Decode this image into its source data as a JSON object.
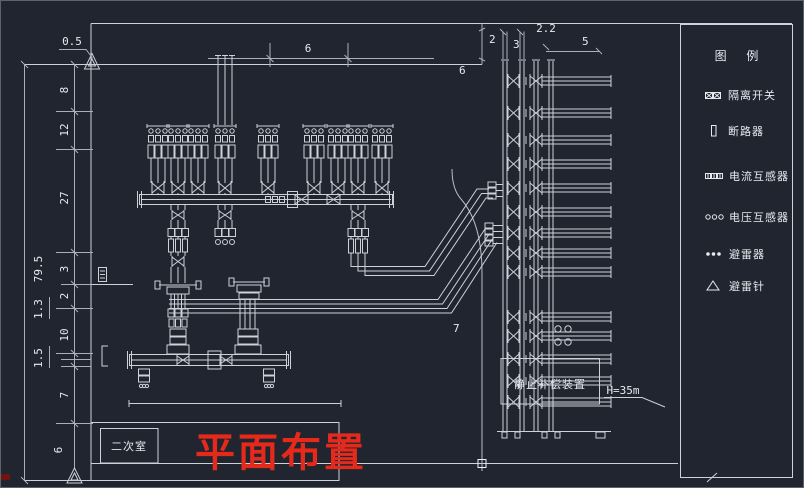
{
  "app": {
    "description": "CAD plan drawing of a substation switchyard",
    "background": "#20252f",
    "line_color": "#cdd2d9",
    "accent_red": "#e5291b"
  },
  "title": {
    "text": "平面布置"
  },
  "legend": {
    "title": "图  例",
    "items": [
      {
        "icon": "disconnector-icon",
        "label": "隔离开关"
      },
      {
        "icon": "circuit-breaker-icon",
        "label": "断路器"
      },
      {
        "icon": "current-transformer-icon",
        "label": "电流互感器"
      },
      {
        "icon": "voltage-transformer-icon",
        "label": "电压互感器"
      },
      {
        "icon": "arrester-icon",
        "label": "避雷器"
      },
      {
        "icon": "lightning-rod-icon",
        "label": "避雷针"
      }
    ]
  },
  "annotations": {
    "secondary_room": "二次室",
    "compensator": "静止补偿装置",
    "height_note": "H=35m",
    "area_number": "7"
  },
  "dims": {
    "lead_top": "0.5",
    "span_top": "6",
    "right_span": "6",
    "step_h": "2",
    "gantry_w": "3",
    "gantry_gap": "2.2",
    "gantry_span": "5",
    "total_left": "79.5",
    "left_segments": [
      "8",
      "12",
      "27",
      "3",
      "2",
      "10",
      "7",
      "6"
    ],
    "side_notes": [
      "1.3",
      "1.5"
    ]
  }
}
